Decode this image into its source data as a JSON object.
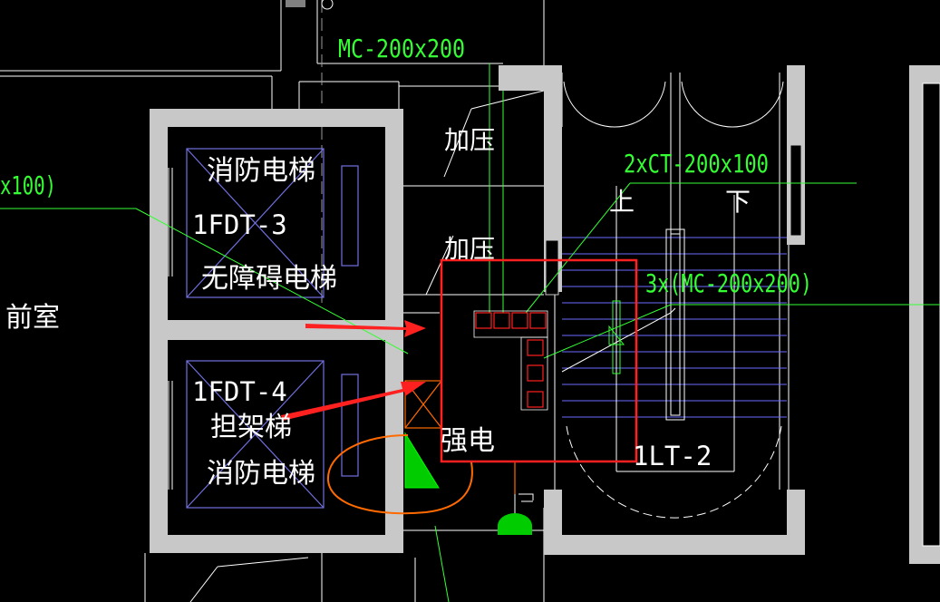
{
  "colors": {
    "background": "#000000",
    "wall": "#c8c8c8",
    "thin_line": "#ffffff",
    "elevator_box": "#7070e0",
    "stair_line": "#6a6aff",
    "annotation_green": "#33ff33",
    "highlight_red": "#ff2020",
    "arrow_red": "#ff2020",
    "orange_mark": "#ff6a00",
    "green_fill": "#00cc00"
  },
  "labels": {
    "duct_top": "MC-200x200",
    "duct_left_fragment": "x100)",
    "cable_tray": "2xCT-200x100",
    "duct_right": "3x(MC-200x200)",
    "room_front": "前室",
    "elev3_line1": "消防电梯",
    "elev3_code": "1FDT-3",
    "elev3_line2": "无障碍电梯",
    "elev4_code": "1FDT-4",
    "elev4_line1": "担架梯",
    "elev4_line2": "消防电梯",
    "pressurize_1": "加压",
    "pressurize_2": "加压",
    "strong_electric": "强电",
    "stair_up": "上",
    "stair_down": "下",
    "stair_code": "1LT-2"
  },
  "icons": {
    "arrow": "red-arrow-icon",
    "panel": "green-triangle-panel-icon",
    "lamp": "green-lamp-icon"
  }
}
